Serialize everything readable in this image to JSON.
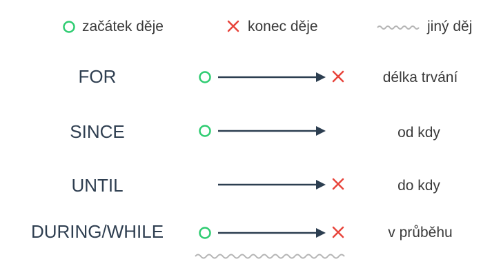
{
  "colors": {
    "start": "#2ecc71",
    "end": "#e8433a",
    "arrow": "#2c3e50",
    "other": "#b5b5b5",
    "label": "#2e3e50",
    "text": "#3a3a3a"
  },
  "legend": {
    "start": {
      "icon": "circle-icon",
      "label": "začátek děje"
    },
    "end": {
      "icon": "cross-icon",
      "label": "konec děje"
    },
    "other": {
      "icon": "wavy-line-icon",
      "label": "jiný děj"
    }
  },
  "rows": [
    {
      "label": "FOR",
      "description": "délka trvání",
      "has_start": true,
      "has_end": true,
      "has_other": false
    },
    {
      "label": "SINCE",
      "description": "od kdy",
      "has_start": true,
      "has_end": false,
      "has_other": false
    },
    {
      "label": "UNTIL",
      "description": "do kdy",
      "has_start": false,
      "has_end": true,
      "has_other": false
    },
    {
      "label": "DURING/WHILE",
      "description": "v průběhu",
      "has_start": true,
      "has_end": true,
      "has_other": true
    }
  ]
}
